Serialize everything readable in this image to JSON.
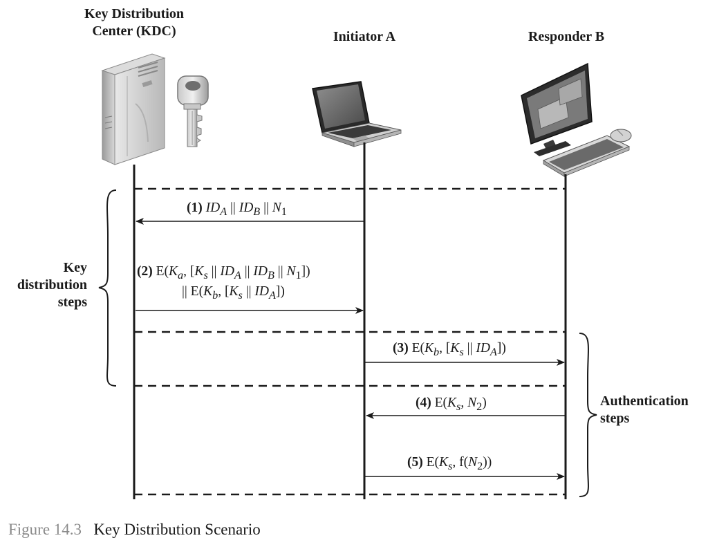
{
  "participants": {
    "kdc": {
      "name_line1": "Key Distribution",
      "name_line2": "Center (KDC)"
    },
    "a": {
      "name": "Initiator A"
    },
    "b": {
      "name": "Responder B"
    }
  },
  "messages": [
    {
      "num": "(1)",
      "text": "ID_A || ID_B || N_1",
      "from": "Initiator A",
      "to": "KDC"
    },
    {
      "num": "(2)",
      "text": "E(K_a, [K_s || ID_A || ID_B || N_1]) || E(K_b, [K_s || ID_A])",
      "from": "KDC",
      "to": "Initiator A"
    },
    {
      "num": "(3)",
      "text": "E(K_b, [K_s || ID_A])",
      "from": "Initiator A",
      "to": "Responder B"
    },
    {
      "num": "(4)",
      "text": "E(K_s, N_2)",
      "from": "Responder B",
      "to": "Initiator A"
    },
    {
      "num": "(5)",
      "text": "E(K_s, f(N_2))",
      "from": "Initiator A",
      "to": "Responder B"
    }
  ],
  "groups": {
    "key_distribution": {
      "line1": "Key",
      "line2": "distribution",
      "line3": "steps"
    },
    "authentication": {
      "line1": "Authentication",
      "line2": "steps"
    }
  },
  "caption": {
    "figure_number": "Figure 14.3",
    "title": "Key Distribution Scenario"
  },
  "icons": [
    "server-tower-icon",
    "key-icon",
    "laptop-icon",
    "desktop-computer-icon",
    "keyboard-icon",
    "mouse-icon"
  ]
}
